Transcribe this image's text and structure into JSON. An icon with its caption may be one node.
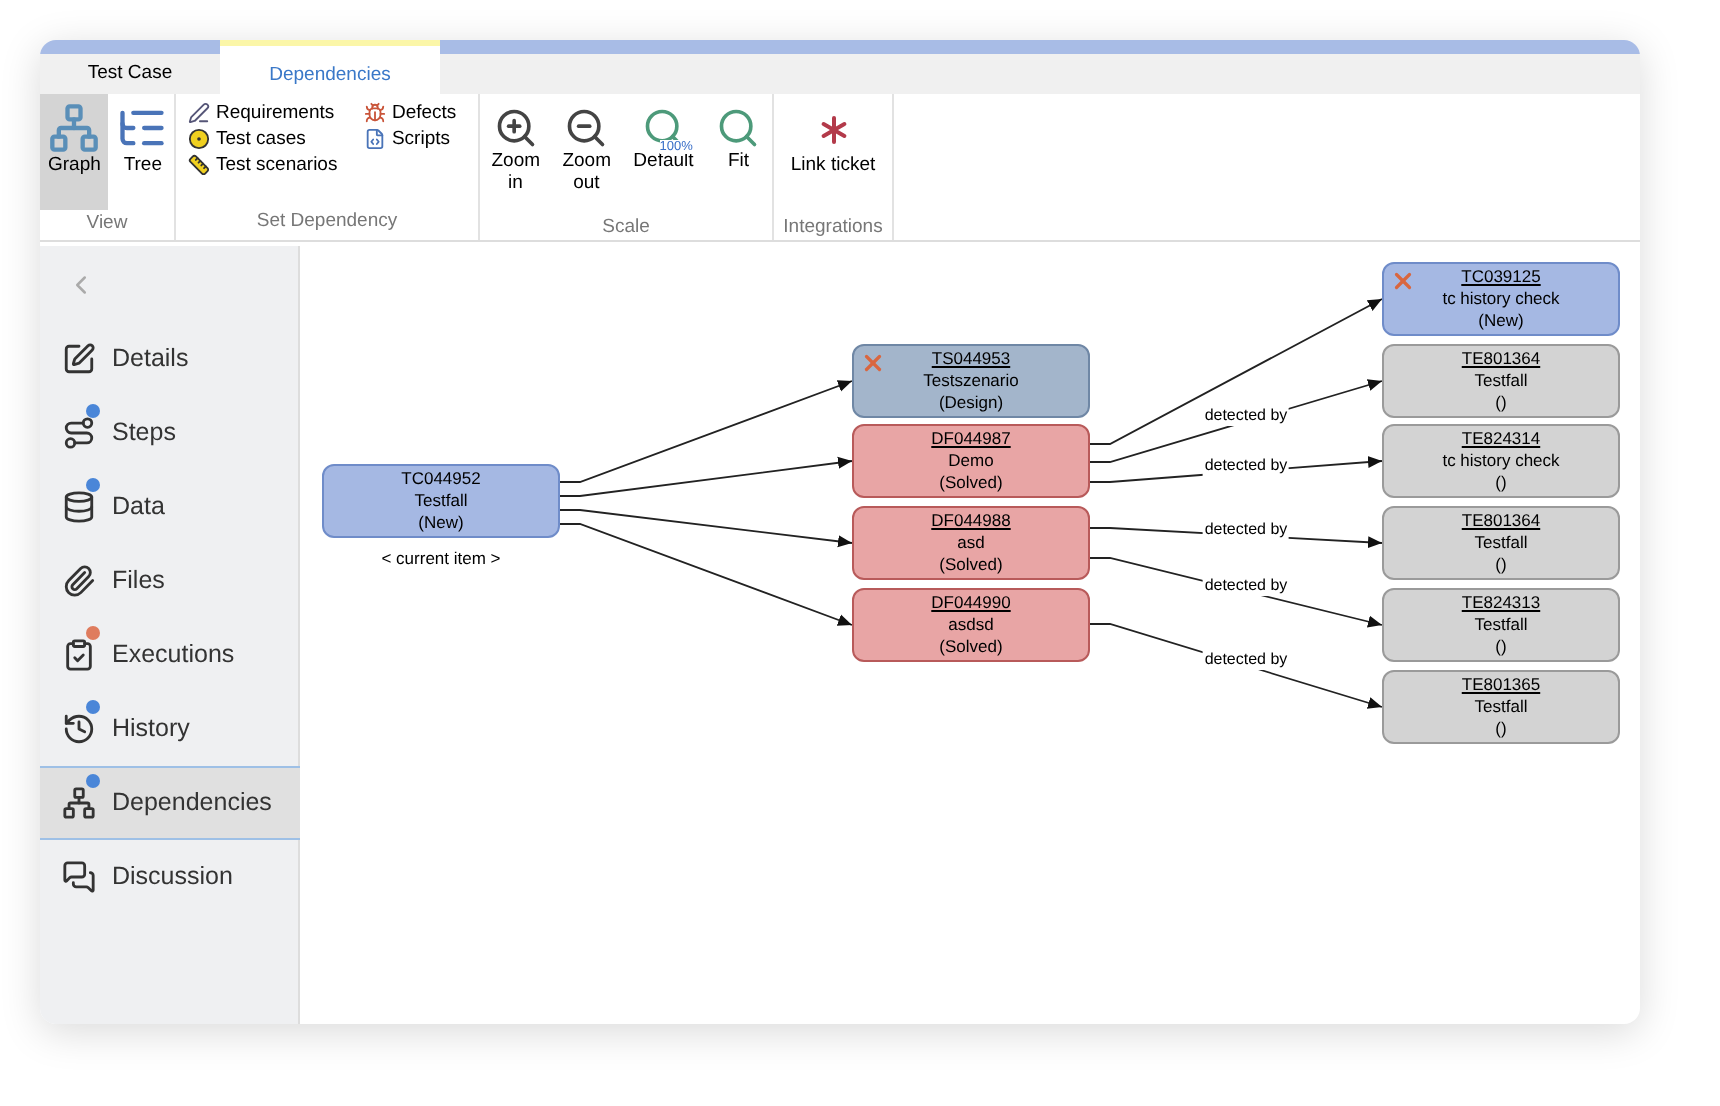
{
  "diagram": {
    "nodes": [
      {
        "text": [
          "TC044952",
          "Testfall",
          "(New)"
        ],
        "beside": [
          "< current item >"
        ]
      },
      {
        "text": [
          "TS044953",
          "Testszenario",
          "(Design)"
        ]
      },
      {
        "text": [
          "DF044987",
          "Demo",
          "(Solved)"
        ]
      },
      {
        "text": [
          "DF044988",
          "asd",
          "(Solved)"
        ]
      },
      {
        "text": [
          "DF044990",
          "asdsd",
          "(Solved)"
        ]
      },
      {
        "text": [
          "TC039125",
          "tc history check",
          "(New)"
        ]
      },
      {
        "text": [
          "TE801364",
          "Testfall",
          "()"
        ]
      },
      {
        "text": [
          "TE824314",
          "tc history check",
          "()"
        ]
      },
      {
        "text": [
          "TE801364",
          "Testfall",
          "()"
        ]
      },
      {
        "text": [
          "TE824313",
          "Testfall",
          "()"
        ]
      },
      {
        "text": [
          "TE801365",
          "Testfall",
          "()"
        ]
      }
    ],
    "edges": [
      {
        "from": 0,
        "to": 1,
        "arrow": "to"
      },
      {
        "from": 0,
        "to": 2,
        "arrow": "to"
      },
      {
        "from": 0,
        "to": 3,
        "arrow": "to"
      },
      {
        "from": 0,
        "to": 4,
        "arrow": "to"
      },
      {
        "from": 2,
        "to": 5,
        "arrow": "to"
      },
      {
        "from": 2,
        "to": 6,
        "arrow": "to",
        "label": "detected by"
      },
      {
        "from": 2,
        "to": 7,
        "arrow": "to",
        "label": "detected by"
      },
      {
        "from": 3,
        "to": 8,
        "arrow": "to",
        "label": "detected by"
      },
      {
        "from": 3,
        "to": 9,
        "arrow": "to",
        "label": "detected by"
      },
      {
        "from": 4,
        "to": 10,
        "arrow": "to",
        "label": "detected by"
      }
    ],
    "labels": [
      "Test Case",
      "Dependencies",
      "Graph",
      "Tree",
      "View",
      "Requirements",
      "Defects",
      "Test cases",
      "Scripts",
      "Test scenarios",
      "Set Dependency",
      "Zoom in",
      "Zoom out",
      "100%",
      "Default",
      "Fit",
      "Scale",
      "Link ticket",
      "Integrations",
      "Details",
      "Steps",
      "Data",
      "Files",
      "Executions",
      "History",
      "Dependencies",
      "Discussion"
    ]
  }
}
